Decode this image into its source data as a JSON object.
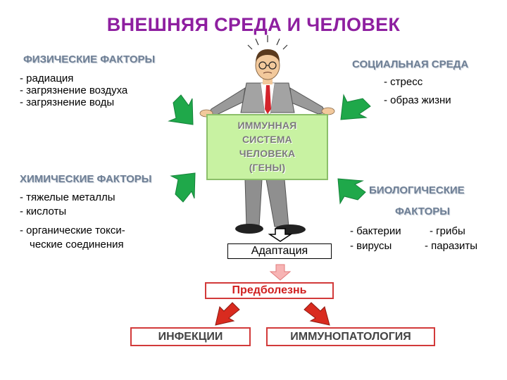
{
  "title": "ВНЕШНЯЯ СРЕДА И ЧЕЛОВЕК",
  "center": {
    "lines": [
      "ИММУННАЯ",
      "СИСТЕМА",
      "ЧЕЛОВЕКА",
      "(ГЕНЫ)"
    ],
    "fill": "#c8f2a2"
  },
  "physical": {
    "heading": "ФИЗИЧЕСКИЕ ФАКТОРЫ",
    "items": [
      "- радиация",
      "- загрязнение воздуха",
      "- загрязнение воды"
    ]
  },
  "social": {
    "heading": "СОЦИАЛЬНАЯ СРЕДА",
    "items": [
      "- стресс",
      "- образ жизни"
    ]
  },
  "chemical": {
    "heading": "ХИМИЧЕСКИЕ ФАКТОРЫ",
    "items": [
      "- тяжелые металлы",
      "- кислоты",
      "- органические токси-",
      "ческие  соединения"
    ]
  },
  "biological": {
    "heading_line1": "БИОЛОГИЧЕСКИЕ",
    "heading_line2": "ФАКТОРЫ",
    "items_left": [
      "- бактерии",
      "- вирусы"
    ],
    "items_right": [
      "- грибы",
      "- паразиты"
    ]
  },
  "flow": {
    "adaptation": "Адаптация",
    "predisease": "Предболезнь",
    "infections": "ИНФЕКЦИИ",
    "immunopathology": "ИММУНОПАТОЛОГИЯ"
  },
  "colors": {
    "title": "#8e1fa0",
    "heading": "#6e7f95",
    "green_arrow": "#1fa84a",
    "red_arrow": "#d92b1f",
    "box_border_red": "#d23a3a"
  },
  "icons": [
    "businessman-figure",
    "green-arrow",
    "red-arrow",
    "down-arrow"
  ]
}
